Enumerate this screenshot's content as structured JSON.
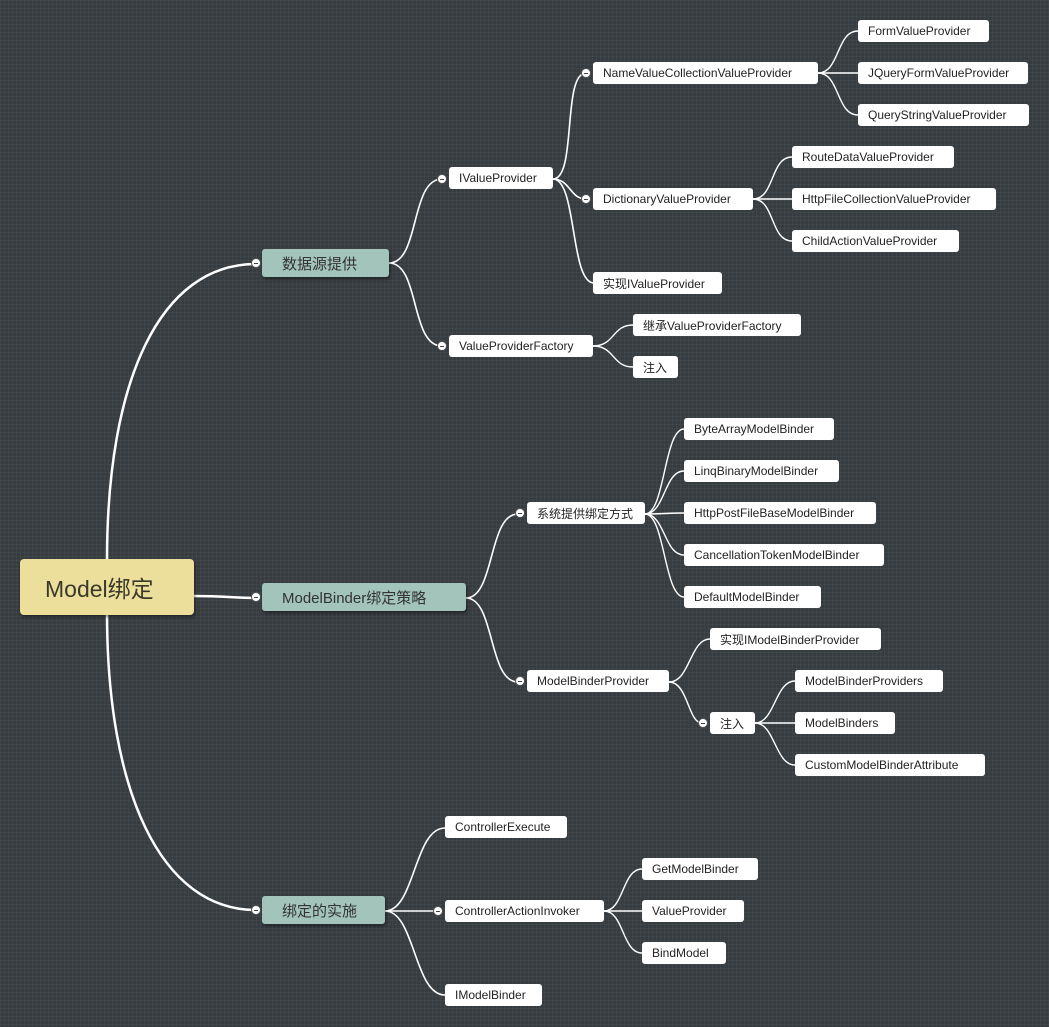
{
  "root": {
    "label": "Model绑定"
  },
  "branches": {
    "data_source": {
      "label": "数据源提供",
      "ivalueprovider": {
        "label": "IValueProvider",
        "namevalue": {
          "label": "NameValueCollectionValueProvider",
          "children": [
            "FormValueProvider",
            "JQueryFormValueProvider",
            "QueryStringValueProvider"
          ]
        },
        "dictionary": {
          "label": "DictionaryValueProvider",
          "children": [
            "RouteDataValueProvider",
            "HttpFileCollectionValueProvider",
            "ChildActionValueProvider"
          ]
        },
        "implement": {
          "label": "实现IValueProvider"
        }
      },
      "factory": {
        "label": "ValueProviderFactory",
        "children": [
          "继承ValueProviderFactory",
          "注入"
        ]
      }
    },
    "binder_strategy": {
      "label": "ModelBinder绑定策略",
      "system": {
        "label": "系统提供绑定方式",
        "children": [
          "ByteArrayModelBinder",
          "LinqBinaryModelBinder",
          "HttpPostFileBaseModelBinder",
          "CancellationTokenModelBinder",
          "DefaultModelBinder"
        ]
      },
      "provider": {
        "label": "ModelBinderProvider",
        "implement": {
          "label": "实现IModelBinderProvider"
        },
        "inject": {
          "label": "注入",
          "children": [
            "ModelBinderProviders",
            "ModelBinders",
            "CustomModelBinderAttribute"
          ]
        }
      }
    },
    "implementation": {
      "label": "绑定的实施",
      "execute": {
        "label": "ControllerExecute"
      },
      "invoker": {
        "label": "ControllerActionInvoker",
        "children": [
          "GetModelBinder",
          "ValueProvider",
          "BindModel"
        ]
      },
      "imodelbinder": {
        "label": "IModelBinder"
      }
    }
  },
  "colors": {
    "background": "#373c40",
    "root_fill": "#ecdf9c",
    "branch_fill": "#a2c4bb",
    "leaf_fill": "#ffffff",
    "connector": "#ffffff"
  }
}
